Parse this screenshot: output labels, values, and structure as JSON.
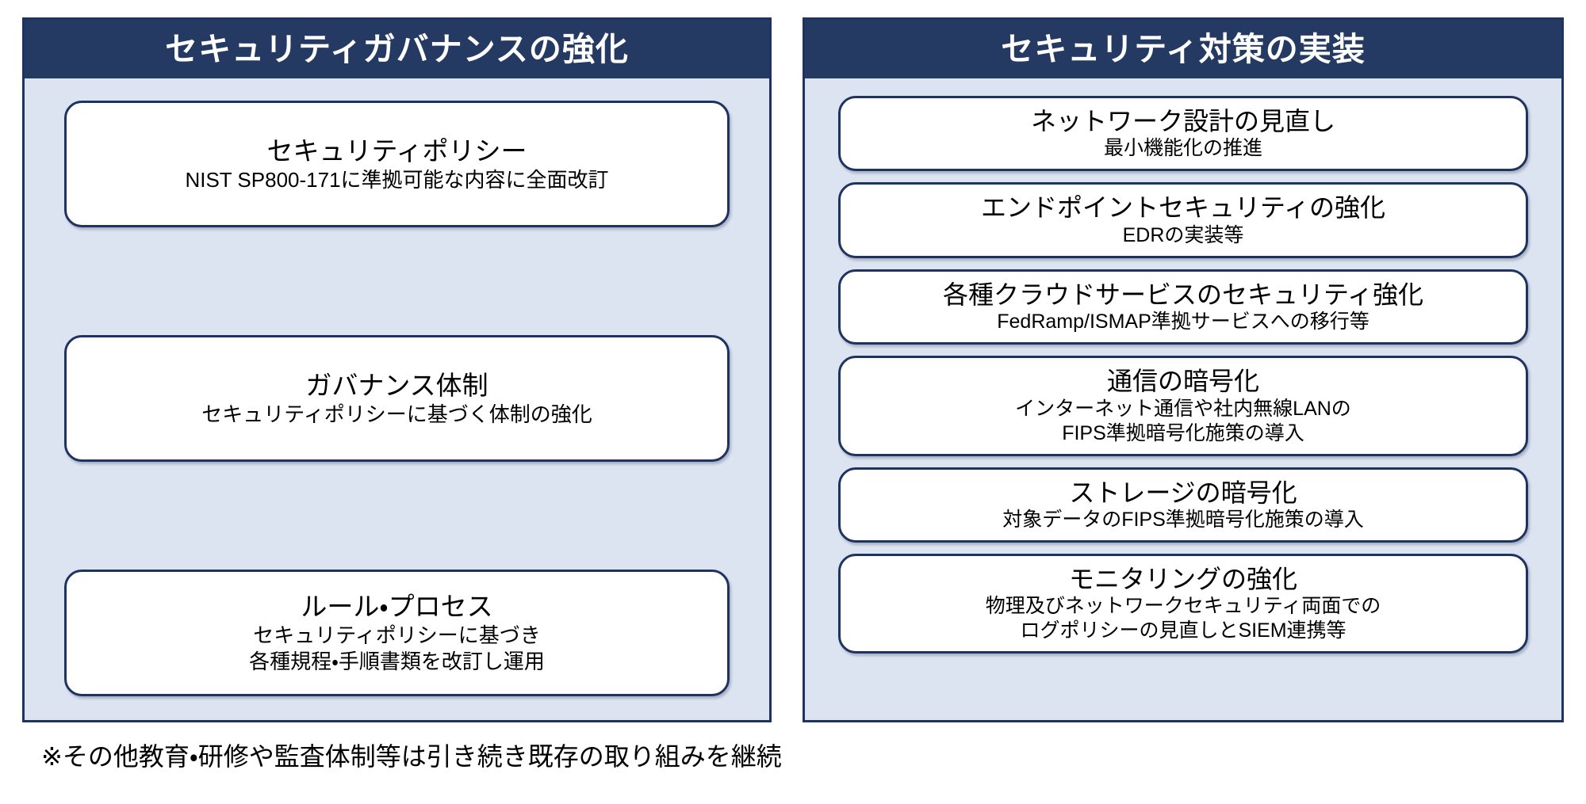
{
  "theme": {
    "header_navy": "#243a63",
    "panel_fill": "#dde4f1",
    "border_navy": "#1f3360",
    "card_fill": "#ffffff",
    "text_color": "#000000",
    "header_text_color": "#ffffff"
  },
  "panels": [
    {
      "id": "governance",
      "header": "セキュリティガバナンスの強化",
      "cards": [
        {
          "title": "セキュリティポリシー",
          "lines": [
            "NIST SP800-171に準拠可能な内容に全面改訂"
          ]
        },
        {
          "title": "ガバナンス体制",
          "lines": [
            "セキュリティポリシーに基づく体制の強化"
          ]
        },
        {
          "title": "ルール・プロセス",
          "lines": [
            "セキュリティポリシーに基づき",
            "各種規程・手順書類を改訂し運用"
          ]
        }
      ]
    },
    {
      "id": "implementation",
      "header": "セキュリティ対策の実装",
      "cards": [
        {
          "title": "ネットワーク設計の見直し",
          "lines": [
            "最小機能化の推進"
          ]
        },
        {
          "title": "エンドポイントセキュリティの強化",
          "lines": [
            "EDRの実装等"
          ]
        },
        {
          "title": "各種クラウドサービスのセキュリティ強化",
          "lines": [
            "FedRamp/ISMAP準拠サービスへの移行等"
          ]
        },
        {
          "title": "通信の暗号化",
          "lines": [
            "インターネット通信や社内無線LANの",
            "FIPS準拠暗号化施策の導入"
          ]
        },
        {
          "title": "ストレージの暗号化",
          "lines": [
            "対象データのFIPS準拠暗号化施策の導入"
          ]
        },
        {
          "title": "モニタリングの強化",
          "lines": [
            "物理及びネットワークセキュリティ両面での",
            "ログポリシーの見直しとSIEM連携等"
          ]
        }
      ]
    }
  ],
  "footnote": "※その他教育・研修や監査体制等は引き続き既存の取り組みを継続"
}
